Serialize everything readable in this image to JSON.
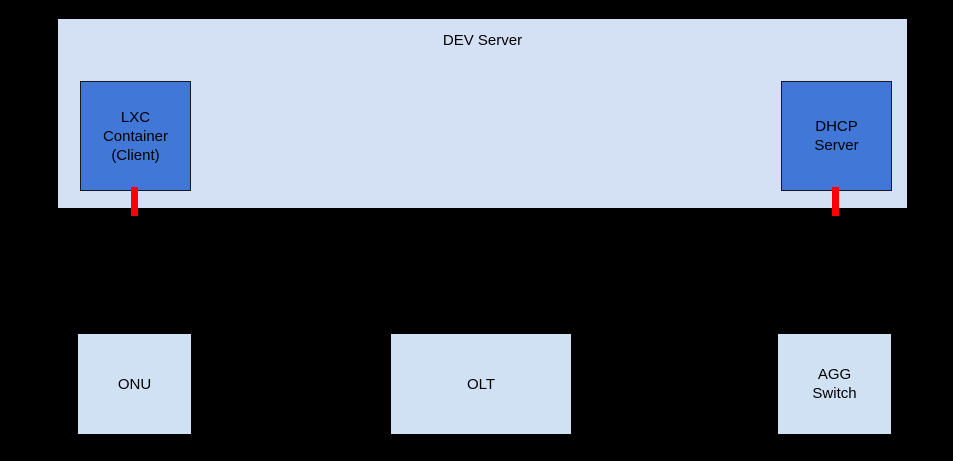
{
  "diagram": {
    "title": "DEV Server",
    "background_color": "#000000",
    "containers": [
      {
        "id": "dev-server",
        "label": "DEV Server",
        "fill": "#d4e1f5"
      }
    ],
    "nodes": {
      "lxc": {
        "label": "LXC\nContainer\n(Client)",
        "fill": "#4178d7",
        "stroke": "#18191c"
      },
      "dhcp": {
        "label": "DHCP\nServer",
        "fill": "#4178d7",
        "stroke": "#18191c"
      },
      "onu": {
        "label": "ONU",
        "fill": "#d0e1f4"
      },
      "olt": {
        "label": "OLT",
        "fill": "#d0e1f4"
      },
      "agg": {
        "label": "AGG\nSwitch",
        "fill": "#d0e1f4"
      }
    },
    "links": {
      "lxc_stub": {
        "color": "#ff0000",
        "from": "lxc",
        "to": "onu"
      },
      "dhcp_stub": {
        "color": "#ff0000",
        "from": "dhcp",
        "to": "agg"
      }
    }
  }
}
